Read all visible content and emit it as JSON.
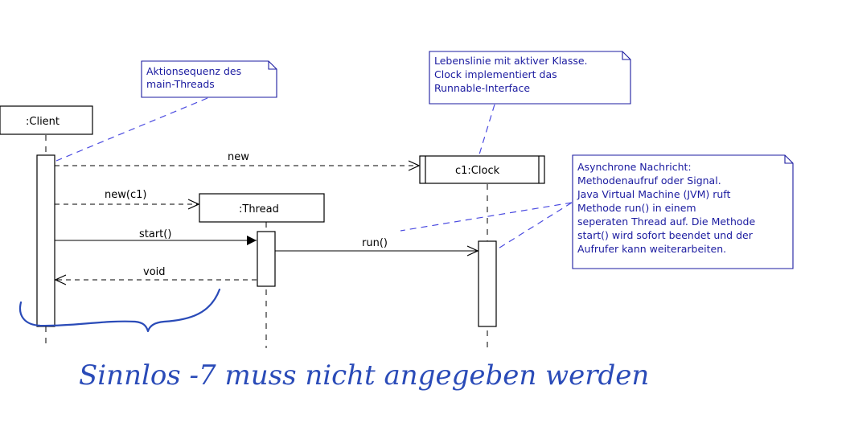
{
  "colors": {
    "note_text": "#1b1ba0",
    "note_border": "#1b1ba0",
    "anchor_line": "#4a4ae0",
    "handwriting": "#2a4bb8",
    "diagram_lines": "#000000"
  },
  "lifelines": {
    "client": ":Client",
    "thread": ":Thread",
    "clock": "c1:Clock"
  },
  "messages": {
    "new_clock": "new",
    "new_thread": "new(c1)",
    "start": "start()",
    "run": "run()",
    "void_return": "void"
  },
  "notes": {
    "main_thread": [
      "Aktionsequenz des",
      "main-Threads"
    ],
    "lifeline": [
      "Lebenslinie mit aktiver Klasse.",
      "Clock implementiert das",
      "Runnable-Interface"
    ],
    "async": [
      "Asynchrone Nachricht:",
      "Methodenaufruf oder Signal.",
      "Java Virtual Machine (JVM) ruft",
      "Methode run() in einem",
      "seperaten Thread auf. Die Methode",
      "start() wird sofort beendet und der",
      "Aufrufer kann weiterarbeiten."
    ]
  },
  "handwritten_annotation": "Sinnlos -7 muss nicht angegeben werden"
}
